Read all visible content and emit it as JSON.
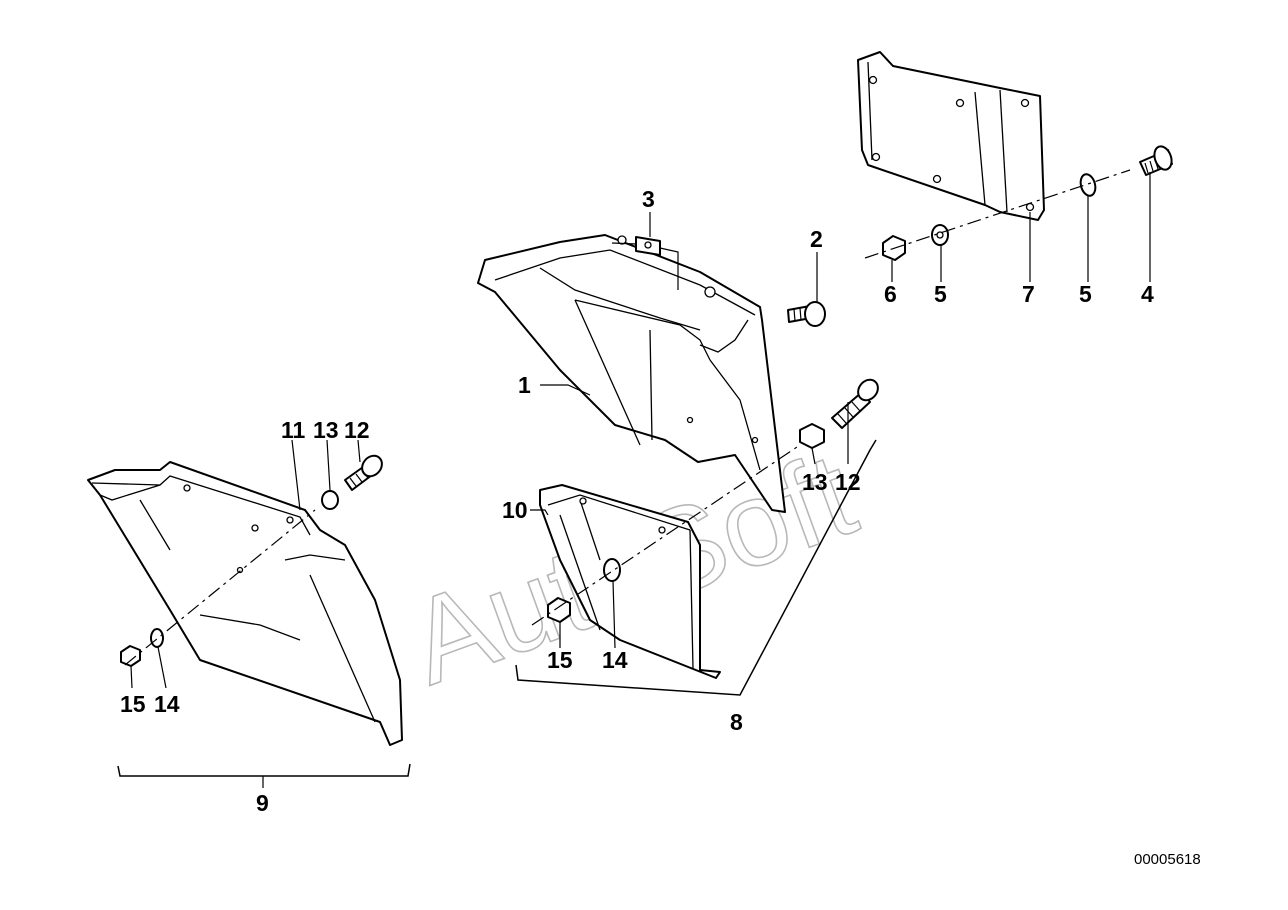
{
  "watermark": "AutoSoft",
  "reference_number": "00005618",
  "callouts": {
    "c1": "1",
    "c2": "2",
    "c3": "3",
    "c4": "4",
    "c5a": "5",
    "c5b": "5",
    "c6": "6",
    "c7": "7",
    "c8": "8",
    "c9": "9",
    "c10": "10",
    "c11": "11",
    "c12a": "12",
    "c12b": "12",
    "c13a": "13",
    "c13b": "13",
    "c14a": "14",
    "c14b": "14",
    "c15a": "15",
    "c15b": "15"
  }
}
